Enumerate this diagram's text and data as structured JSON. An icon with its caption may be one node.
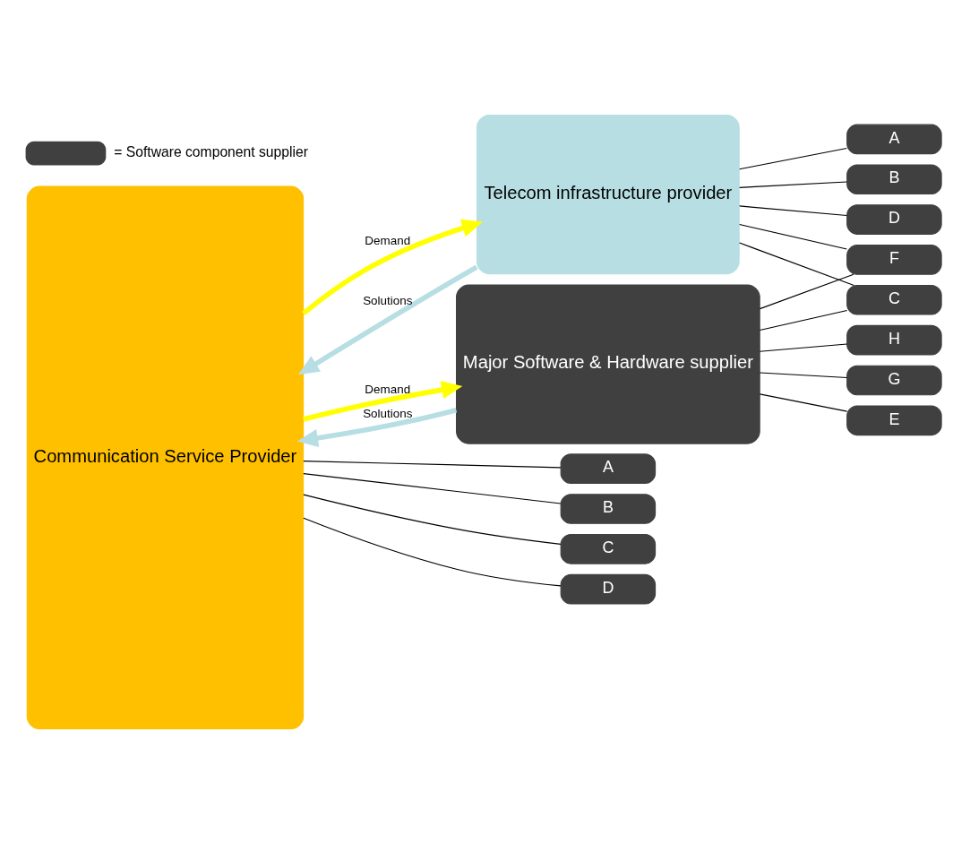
{
  "diagram": {
    "nodes": [
      {
        "text": [
          "Communication Service Provider"
        ]
      },
      {
        "text": [
          "Telecom infrastructure provider"
        ]
      },
      {
        "text": [
          "Major Software & Hardware supplier"
        ]
      },
      {
        "text": [
          "A"
        ]
      },
      {
        "text": [
          "B"
        ]
      },
      {
        "text": [
          "C"
        ]
      },
      {
        "text": [
          "D"
        ]
      },
      {
        "text": [
          "E"
        ]
      },
      {
        "text": [
          "F"
        ]
      },
      {
        "text": [
          "G"
        ]
      },
      {
        "text": [
          "H"
        ]
      },
      {
        "text": [
          "A"
        ]
      },
      {
        "text": [
          "B"
        ]
      },
      {
        "text": [
          "C"
        ]
      },
      {
        "text": [
          "D"
        ]
      }
    ],
    "edges": [
      {
        "from": 0,
        "to": 1,
        "arrow": "to",
        "label": "Demand",
        "style": "thick",
        "color": "#ffff00"
      },
      {
        "from": 1,
        "to": 0,
        "arrow": "to",
        "label": "Solutions",
        "style": "thick",
        "color": "#b7dee3"
      },
      {
        "from": 0,
        "to": 2,
        "arrow": "to",
        "label": "Demand",
        "style": "thick",
        "color": "#ffff00"
      },
      {
        "from": 2,
        "to": 0,
        "arrow": "to",
        "label": "Solutions",
        "style": "thick",
        "color": "#b7dee3"
      },
      {
        "from": 1,
        "to": 3,
        "arrow": "none"
      },
      {
        "from": 1,
        "to": 4,
        "arrow": "none"
      },
      {
        "from": 1,
        "to": 5,
        "arrow": "none"
      },
      {
        "from": 1,
        "to": 6,
        "arrow": "none"
      },
      {
        "from": 1,
        "to": 8,
        "arrow": "none"
      },
      {
        "from": 2,
        "to": 5,
        "arrow": "none"
      },
      {
        "from": 2,
        "to": 7,
        "arrow": "none"
      },
      {
        "from": 2,
        "to": 8,
        "arrow": "none"
      },
      {
        "from": 2,
        "to": 9,
        "arrow": "none"
      },
      {
        "from": 2,
        "to": 10,
        "arrow": "none"
      },
      {
        "from": 0,
        "to": 11,
        "arrow": "none"
      },
      {
        "from": 0,
        "to": 12,
        "arrow": "none"
      },
      {
        "from": 0,
        "to": 13,
        "arrow": "none"
      },
      {
        "from": 0,
        "to": 14,
        "arrow": "none"
      }
    ],
    "legend": [
      {
        "text": "= Software component supplier",
        "color": "#404040"
      }
    ]
  }
}
